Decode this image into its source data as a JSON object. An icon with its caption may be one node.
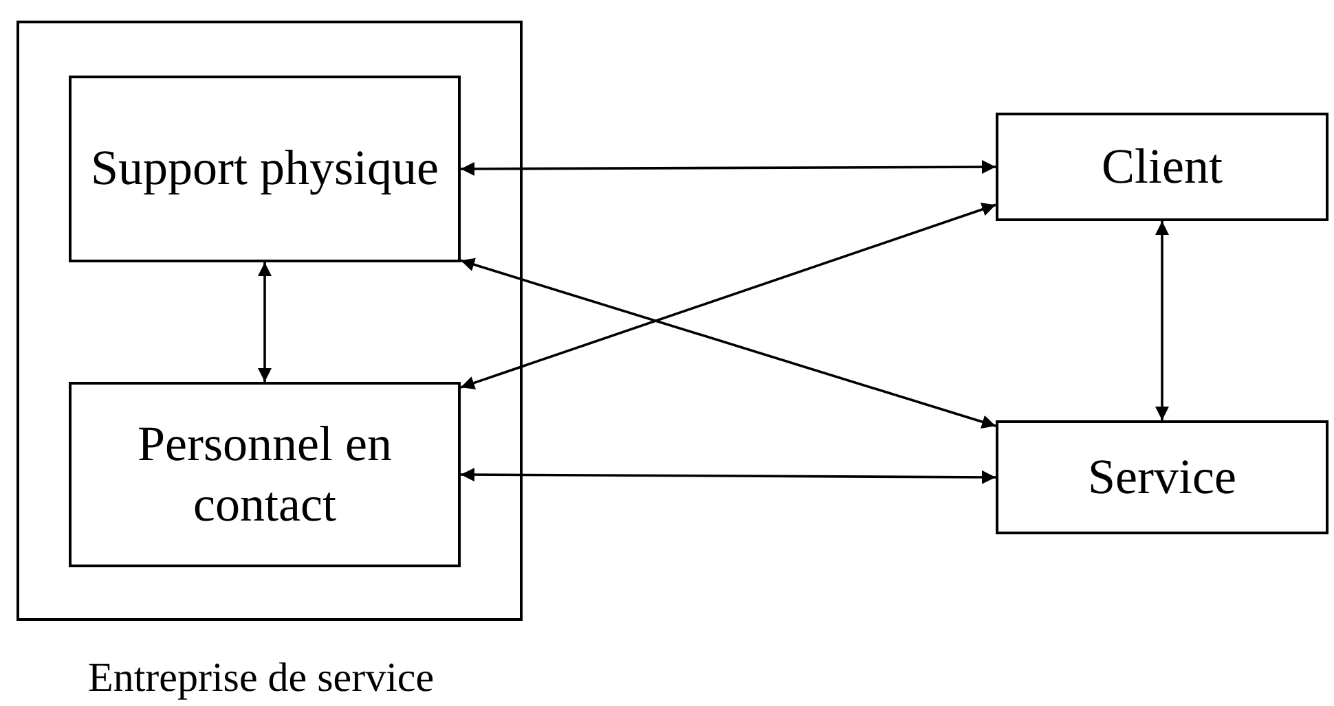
{
  "diagram": {
    "nodes": [
      {
        "text": [
          "Entreprise de service"
        ]
      },
      {
        "text": [
          "Support physique"
        ],
        "in": 0
      },
      {
        "text": [
          "Personnel en contact"
        ],
        "in": 0
      },
      {
        "text": [
          "Client"
        ]
      },
      {
        "text": [
          "Service"
        ]
      }
    ],
    "edges": [
      {
        "from": 1,
        "to": 3,
        "arrow": "both"
      },
      {
        "from": 1,
        "to": 2,
        "arrow": "both"
      },
      {
        "from": 1,
        "to": 4,
        "arrow": "both"
      },
      {
        "from": 2,
        "to": 3,
        "arrow": "both"
      },
      {
        "from": 2,
        "to": 4,
        "arrow": "both"
      },
      {
        "from": 3,
        "to": 4,
        "arrow": "both"
      }
    ]
  }
}
